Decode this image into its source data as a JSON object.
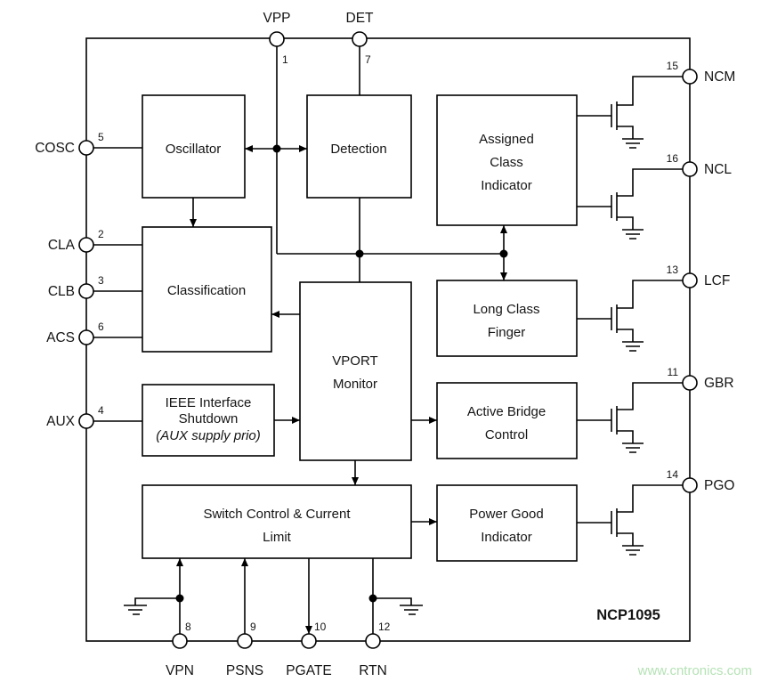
{
  "chip": {
    "name": "NCP1095"
  },
  "watermark": "www.cntronics.com",
  "blocks": {
    "oscillator": {
      "label": "Oscillator"
    },
    "detection": {
      "label": "Detection"
    },
    "assigned_class_indicator": {
      "lines": [
        "Assigned",
        "Class",
        "Indicator"
      ]
    },
    "classification": {
      "label": "Classification"
    },
    "long_class_finger": {
      "lines": [
        "Long Class",
        "Finger"
      ]
    },
    "vport_monitor": {
      "lines": [
        "VPORT",
        "Monitor"
      ]
    },
    "ieee_interface_shutdown": {
      "lines": [
        "IEEE Interface",
        "Shutdown",
        "(AUX supply prio)"
      ]
    },
    "active_bridge_control": {
      "lines": [
        "Active Bridge",
        "Control"
      ]
    },
    "switch_control_current_limit": {
      "lines": [
        "Switch Control & Current",
        "Limit"
      ]
    },
    "power_good_indicator": {
      "lines": [
        "Power Good",
        "Indicator"
      ]
    }
  },
  "pins": {
    "top": [
      {
        "name": "VPP",
        "number": "1"
      },
      {
        "name": "DET",
        "number": "7"
      }
    ],
    "left": [
      {
        "name": "COSC",
        "number": "5"
      },
      {
        "name": "CLA",
        "number": "2"
      },
      {
        "name": "CLB",
        "number": "3"
      },
      {
        "name": "ACS",
        "number": "6"
      },
      {
        "name": "AUX",
        "number": "4"
      }
    ],
    "right": [
      {
        "name": "NCM",
        "number": "15"
      },
      {
        "name": "NCL",
        "number": "16"
      },
      {
        "name": "LCF",
        "number": "13"
      },
      {
        "name": "GBR",
        "number": "11"
      },
      {
        "name": "PGO",
        "number": "14"
      }
    ],
    "bottom": [
      {
        "name": "VPN",
        "number": "8"
      },
      {
        "name": "PSNS",
        "number": "9"
      },
      {
        "name": "PGATE",
        "number": "10"
      },
      {
        "name": "RTN",
        "number": "12"
      }
    ]
  },
  "colors": {
    "line": "#000000",
    "background": "#ffffff",
    "watermark": "#b6e2b6"
  }
}
